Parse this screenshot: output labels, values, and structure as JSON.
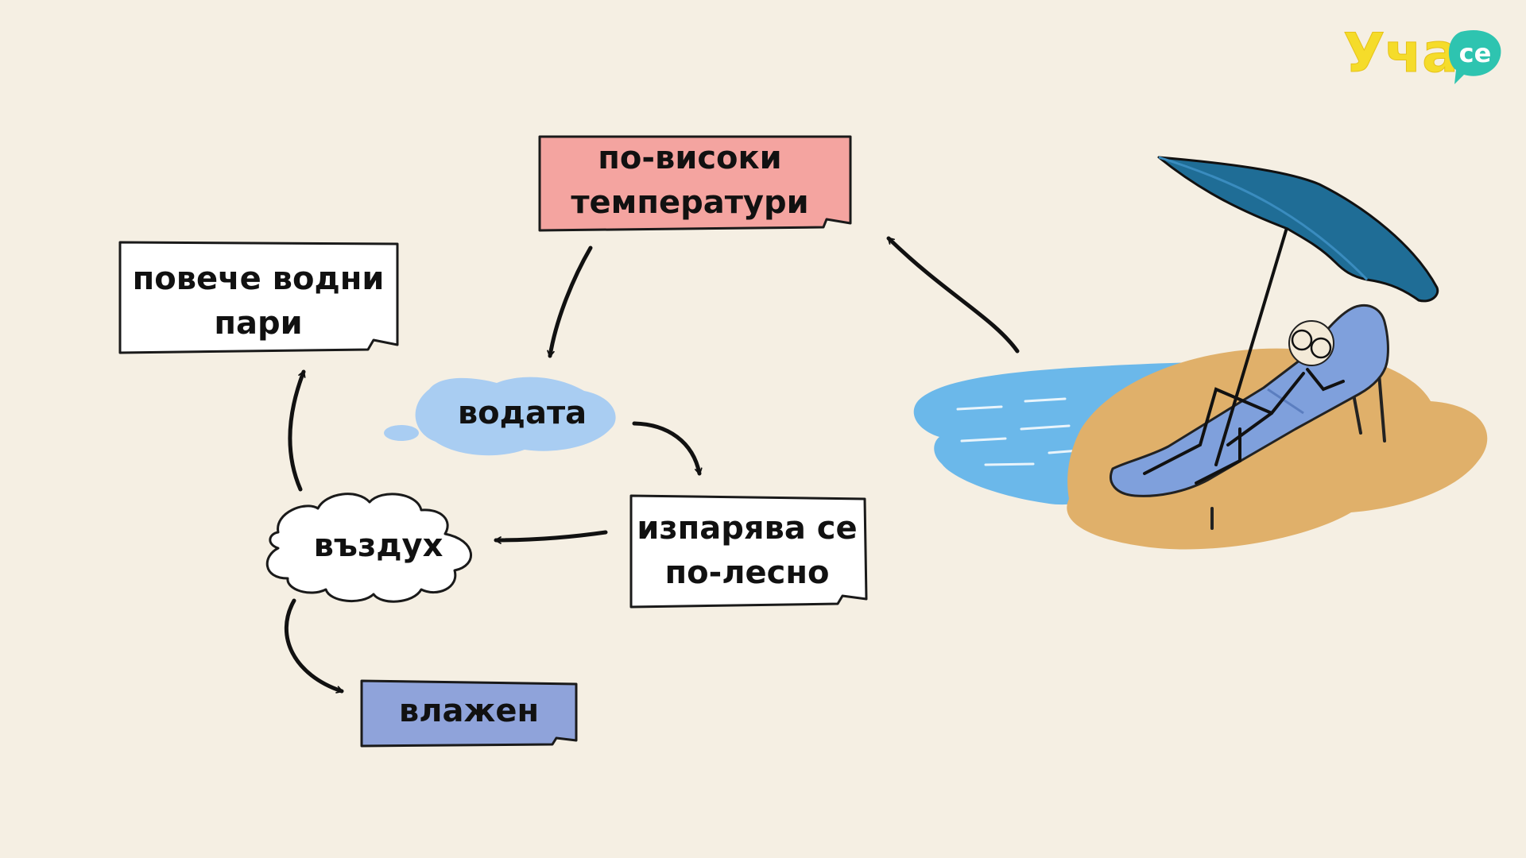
{
  "logo": {
    "main_text": "Уча",
    "badge_text": "се"
  },
  "diagram": {
    "nodes": {
      "higher_temps": {
        "line1": "по-високи",
        "line2": "температури"
      },
      "more_vapor": {
        "line1": "повече водни",
        "line2": "пари"
      },
      "water": {
        "label": "водата"
      },
      "evaporates": {
        "line1": "изпарява се",
        "line2": "по-лесно"
      },
      "air": {
        "label": "въздух"
      },
      "humid": {
        "label": "влажен"
      }
    },
    "edges": [
      {
        "from": "higher_temps",
        "to": "water"
      },
      {
        "from": "water",
        "to": "evaporates"
      },
      {
        "from": "evaporates",
        "to": "air"
      },
      {
        "from": "air",
        "to": "more_vapor"
      },
      {
        "from": "air",
        "to": "humid"
      },
      {
        "from": "beach",
        "to": "higher_temps"
      }
    ]
  },
  "colors": {
    "background": "#f5efe3",
    "higher_temps_fill": "#f4a4a0",
    "box_fill": "#ffffff",
    "humid_fill": "#8fa3da",
    "puddle": "#a9cdf2",
    "sea": "#6bb8ea",
    "sand": "#e0b06a",
    "umbrella": "#1f6d96",
    "chair": "#7fa0dc",
    "logo_yellow": "#f5dc2a",
    "logo_teal": "#2ec4b0"
  }
}
